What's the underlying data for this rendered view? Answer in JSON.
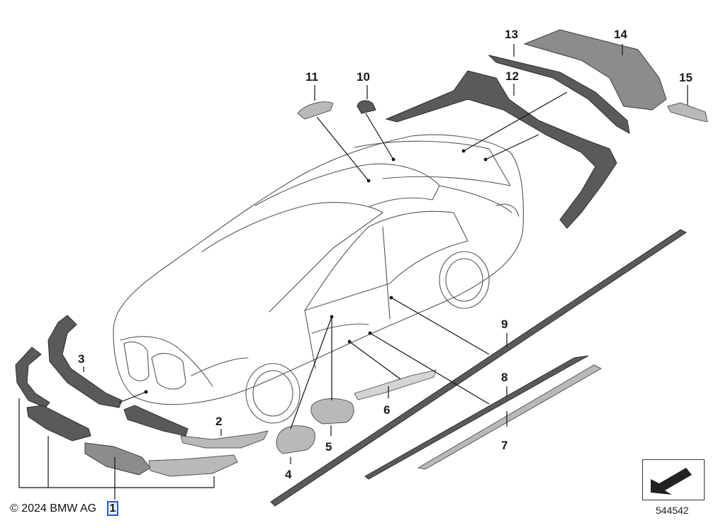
{
  "callouts": {
    "c1": "1",
    "c2": "2",
    "c3": "3",
    "c4": "4",
    "c5": "5",
    "c6": "6",
    "c7": "7",
    "c8": "8",
    "c9": "9",
    "c10": "10",
    "c11": "11",
    "c12": "12",
    "c13": "13",
    "c14": "14",
    "c15": "15"
  },
  "footer": {
    "copyright": "© 2024 BMW AG",
    "selected_callout": "1",
    "diagram_number": "544542"
  },
  "colors": {
    "part_dark": "#5a5a5a",
    "part_light": "#b9b9b9",
    "selection_outline": "#1e5bd8"
  },
  "icons": {
    "view_indicator": "arrow-icon"
  }
}
